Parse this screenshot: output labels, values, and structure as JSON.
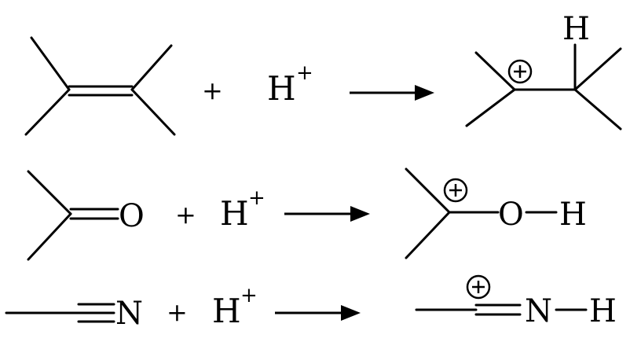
{
  "scheme": {
    "rows": [
      {
        "plus": "+",
        "proton": {
          "symbol": "H",
          "charge": "+"
        },
        "product": {
          "h_label": "H",
          "charge": "+"
        }
      },
      {
        "reactant": {
          "o_label": "O"
        },
        "plus": "+",
        "proton": {
          "symbol": "H",
          "charge": "+"
        },
        "product": {
          "o_label": "O",
          "h_label": "H",
          "charge": "+"
        }
      },
      {
        "reactant": {
          "n_label": "N"
        },
        "plus": "+",
        "proton": {
          "symbol": "H",
          "charge": "+"
        },
        "product": {
          "n_label": "N",
          "h_label": "H",
          "charge": "+"
        }
      }
    ]
  }
}
